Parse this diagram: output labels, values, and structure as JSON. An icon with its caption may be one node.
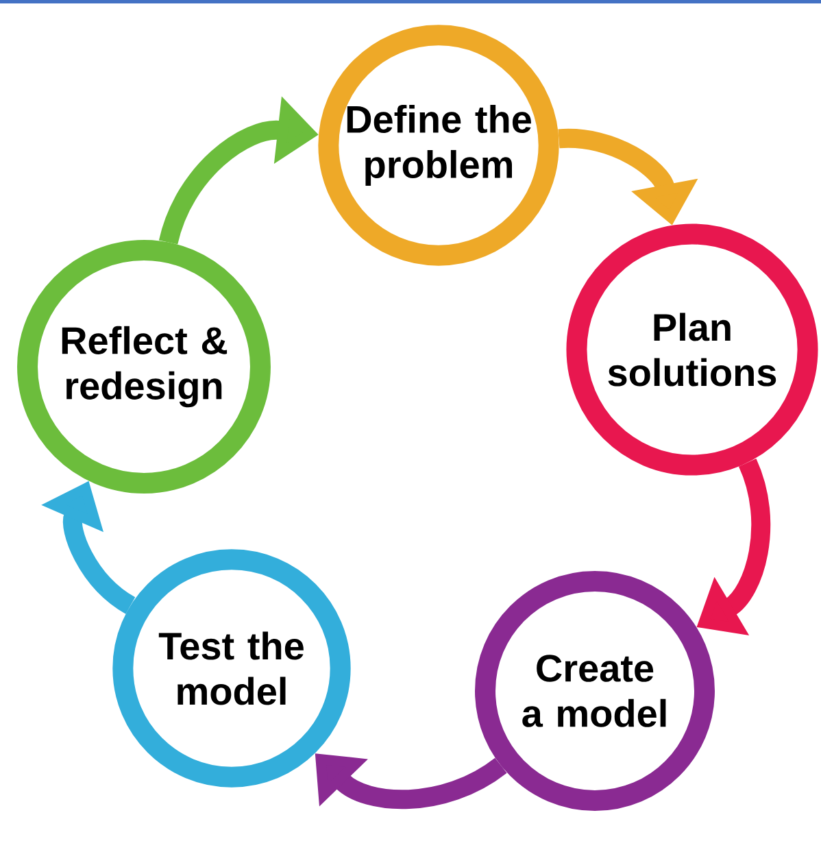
{
  "diagram": {
    "nodes": [
      {
        "text": [
          "Define the problem"
        ]
      },
      {
        "text": [
          "Plan solutions"
        ]
      },
      {
        "text": [
          "Create a model"
        ]
      },
      {
        "text": [
          "Test the model"
        ]
      },
      {
        "text": [
          "Reflect & redesign"
        ]
      }
    ],
    "edges": [
      {
        "from": 0,
        "to": 1,
        "arrow": "to",
        "color": "#eea928"
      },
      {
        "from": 1,
        "to": 2,
        "arrow": "to",
        "color": "#e8174f"
      },
      {
        "from": 2,
        "to": 3,
        "arrow": "to",
        "color": "#8a2a92"
      },
      {
        "from": 3,
        "to": 4,
        "arrow": "to",
        "color": "#33aedb"
      },
      {
        "from": 4,
        "to": 0,
        "arrow": "to",
        "color": "#6cbd3c"
      }
    ]
  }
}
